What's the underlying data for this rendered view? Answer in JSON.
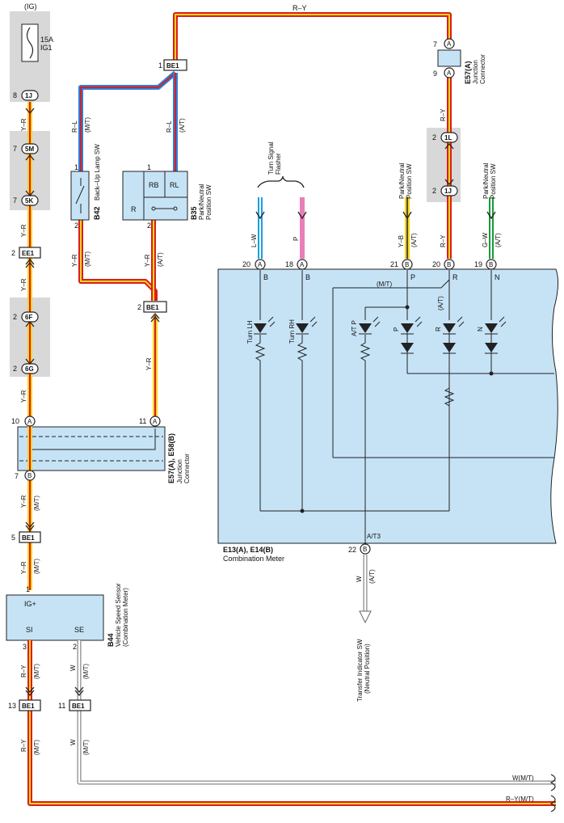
{
  "fuse": {
    "source": "(IG)",
    "rating": "15A",
    "name": "IG1"
  },
  "connectors": {
    "c1j_top": "1J",
    "c5m": "5M",
    "c5k": "5K",
    "cee1": "EE1",
    "c6f": "6F",
    "c6g": "6G",
    "cbe1_top": "BE1",
    "cbe1_mid": "BE1",
    "cbe1_b44": "BE1",
    "cbe1_13": "BE1",
    "cbe1_11": "BE1",
    "c1l": "1L",
    "c1j_right": "1J",
    "ca": "A",
    "cb": "B"
  },
  "pins": {
    "p8": "8",
    "p7a": "7",
    "p7b": "7",
    "p2a": "2",
    "p2b": "2",
    "p2c": "2",
    "p10": "10",
    "p11": "11",
    "p7c": "7",
    "p5": "5",
    "p1a": "1",
    "p3": "3",
    "p2d": "2",
    "p13": "13",
    "p11b": "11",
    "p1_be1": "1",
    "p1_b42": "1",
    "p2_b42": "2",
    "p1_b35": "1",
    "p2_b35": "2",
    "p2_be1mid": "2",
    "p7_e57": "7",
    "p9_e57": "9",
    "p2_1l": "2",
    "p2_1j": "2",
    "p20a": "20",
    "p18": "18",
    "p21": "21",
    "p20b": "20",
    "p19": "19",
    "p22": "22"
  },
  "wires": {
    "ry": "R–Y",
    "yr": "Y–R",
    "rl": "R–L",
    "lw": "L–W",
    "p": "P",
    "yb": "Y–B",
    "gw": "G–W",
    "w": "W",
    "mt": "(M/T)",
    "at": "(A/T)",
    "w_mt": "W(M/T)",
    "ry_mt": "R–Y(M/T)"
  },
  "components": {
    "b42": {
      "code": "B42",
      "name": "Back–Up Lamp SW"
    },
    "b35": {
      "code": "B35",
      "name1": "Park/Neutral",
      "name2": "Position SW",
      "rb": "RB",
      "rl": "RL",
      "r": "R"
    },
    "e57a_top": {
      "code": "E57(A)",
      "name1": "Junction",
      "name2": "Connector"
    },
    "e57_mid": {
      "code": "E57(A), E58(B)",
      "name1": "Junction",
      "name2": "Connector"
    },
    "b44": {
      "code": "B44",
      "name1": "Vehicle Speed Sensor",
      "name2": "(Combination Meter)",
      "igp": "IG+",
      "si": "SI",
      "se": "SE"
    },
    "flasher": {
      "name1": "Turn Signal",
      "name2": "Flasher"
    },
    "pn1": {
      "name1": "Park/Neutral",
      "name2": "Position SW"
    },
    "pn2": {
      "name1": "Park/Neutral",
      "name2": "Position SW"
    },
    "meter": {
      "code": "E13(A), E14(B)",
      "name": "Combination Meter",
      "t_b1": "B",
      "t_b2": "B",
      "t_p": "P",
      "t_r": "R",
      "t_n": "N",
      "mt": "(M/T)",
      "turn_lh": "Turn LH",
      "turn_rh": "Turn RH",
      "atp": "A/T P",
      "lp": "P",
      "lr": "R",
      "ln": "N",
      "at": "(A/T)",
      "at3": "A/T3"
    },
    "transfer": {
      "name1": "Transfer Indicator SW",
      "name2": "(Neutral Position)"
    }
  }
}
